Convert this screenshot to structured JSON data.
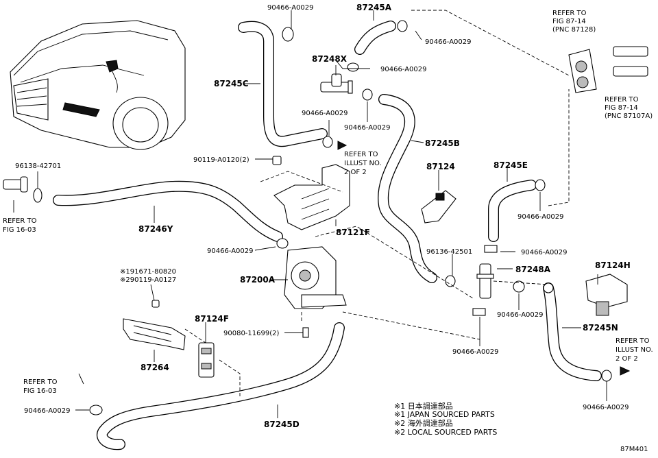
{
  "diagram": {
    "parts": {
      "p87245A": "87245A",
      "p87245C": "87245C",
      "p87248X": "87248X",
      "p87245B": "87245B",
      "p87124": "87124",
      "p87245E": "87245E",
      "p87246Y": "87246Y",
      "p87121F": "87121F",
      "p87200A": "87200A",
      "p87248A": "87248A",
      "p87124H": "87124H",
      "p87245N": "87245N",
      "p87124F": "87124F",
      "p87264": "87264",
      "p87245D": "87245D"
    },
    "clips": {
      "c_top_left": "90466-A0029",
      "c_top_right": "90466-A0029",
      "c_mid_87248x": "90466-A0029",
      "c_left_87248x": "90466-A0029",
      "c_below_87248x": "90466-A0029",
      "c_87245e": "90466-A0029",
      "c_pump": "90466-A0029",
      "c_pump_right": "90466-A0029",
      "c_87248a": "90466-A0029",
      "c_bottom_mid": "90466-A0029",
      "c_bottom_left": "90466-A0029",
      "c_bottom_right": "90466-A0029"
    },
    "bolts": {
      "b_90119": "90119-A0120(2)",
      "b_96138": "96138-42701",
      "b_96136": "96136-42501",
      "b_90080": "90080-11699(2)",
      "b_191671": "※191671-80820",
      "b_290119": "※290119-A0127"
    },
    "refs": {
      "r1_l1": "REFER TO",
      "r1_l2": "FIG 87-14",
      "r1_l3": "(PNC 87128)",
      "r2_l1": "REFER TO",
      "r2_l2": "FIG 87-14",
      "r2_l3": "(PNC 87107A)",
      "r3_l1": "REFER TO",
      "r3_l2": "ILLUST NO.",
      "r3_l3": "2 OF 2",
      "r4_l1": "REFER TO",
      "r4_l2": "FIG 16-03",
      "r5_l1": "REFER TO",
      "r5_l2": "FIG 16-03",
      "r6_l1": "REFER TO",
      "r6_l2": "ILLUST NO.",
      "r6_l3": "2 OF 2"
    },
    "notes": {
      "n1": "※1 日本調達部品",
      "n2": "※1 JAPAN SOURCED PARTS",
      "n3": "※2 海外調達部品",
      "n4": "※2 LOCAL SOURCED PARTS"
    },
    "figure_code": "87M401"
  }
}
